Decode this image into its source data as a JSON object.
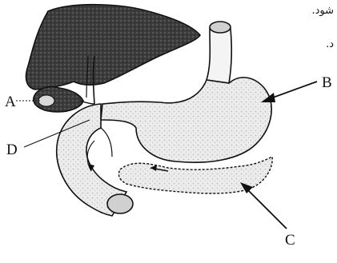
{
  "labels": {
    "a": "A",
    "b": "B",
    "c": "C",
    "d": "D"
  },
  "fragments": {
    "line1": "شود.",
    "line2": "د."
  },
  "colors": {
    "ink": "#111111",
    "liver": "#3a3a3a",
    "organ_fill": "#e9e9e9",
    "shade": "#b8b8b8"
  }
}
